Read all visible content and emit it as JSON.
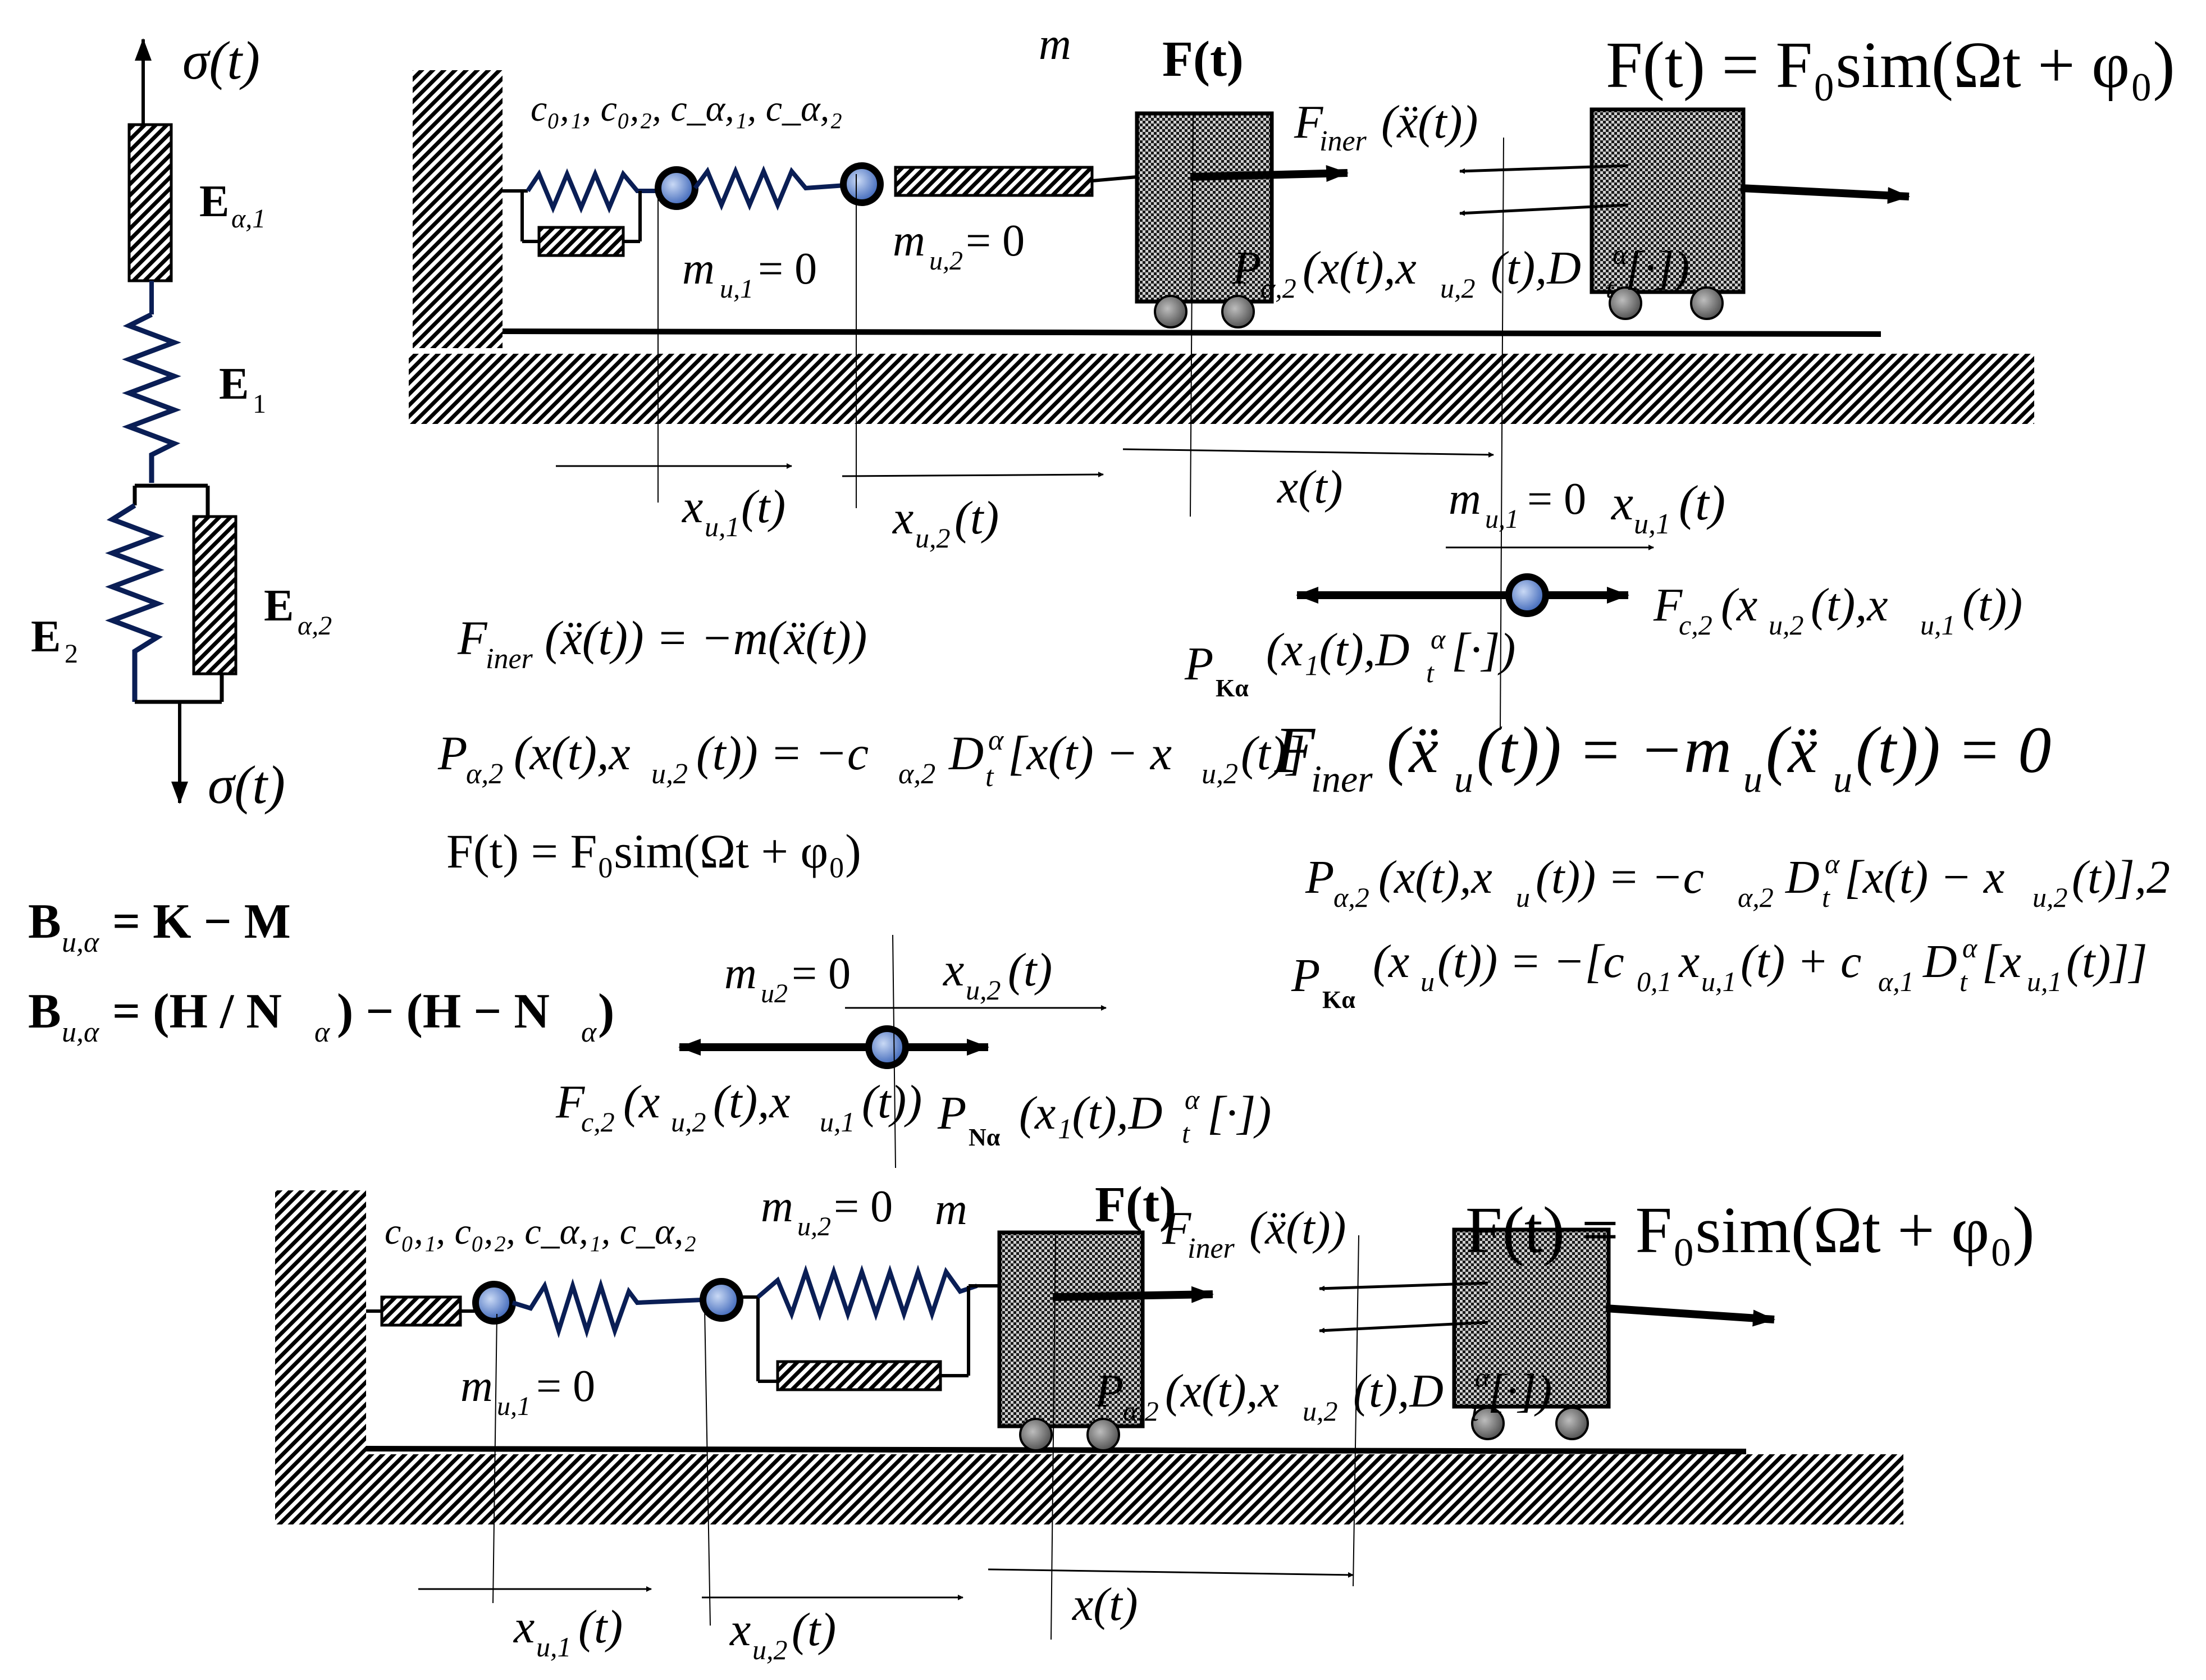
{
  "left_model": {
    "sigma_top": "σ(t)",
    "sigma_bottom": "σ(t)",
    "E_alpha_1": "E",
    "E_alpha_1_sub": "α,1",
    "E_1": "E",
    "E_1_sub": "1",
    "E_2": "E",
    "E_2_sub": "2",
    "E_alpha_2": "E",
    "E_alpha_2_sub": "α,2"
  },
  "top_system": {
    "mass_label": "m",
    "force_label": "F(t)",
    "force_equation": "F(t) = F₀sim(Ωt + φ₀)",
    "coefficients": "c₀,₁, c₀,₂, c_α,₁, c_α,₂",
    "f_iner": "F",
    "f_iner_sub": "iner",
    "f_iner_arg": "(ẍ(t))",
    "m_u1": "m",
    "m_u1_sub": "u,1",
    "m_u1_val": " = 0",
    "m_u2": "m",
    "m_u2_sub": "u,2",
    "m_u2_val": " = 0",
    "p_label": "P",
    "p_sub": "α,2",
    "p_arg": "(x(t),x",
    "p_arg_sub": "u,2",
    "p_arg_end": "(t),D",
    "p_arg_tail": "[·])",
    "x_u1": "x",
    "x_u1_sub": "u,1",
    "x_u1_arg": "(t)",
    "x_u2": "x",
    "x_u2_sub": "u,2",
    "x_u2_arg": "(t)",
    "x": "x(t)"
  },
  "equations": {
    "f_iner_eq": "F",
    "f_iner_eq_sub": "iner",
    "f_iner_eq_rest": "(ẍ(t)) = −m(ẍ(t))",
    "p_alpha2": "P",
    "p_alpha2_sub": "α,2",
    "p_alpha2_rest": "(x(t),x",
    "p_alpha2_sub2": "u,2",
    "p_alpha2_rest2": "(t)) = −c",
    "p_alpha2_sub3": "α,2",
    "p_alpha2_rest3": "D",
    "p_alpha2_rest4": "[x(t) − x",
    "p_alpha2_sub4": "u,2",
    "p_alpha2_rest5": "(t)]",
    "force_eq": "F(t) = F₀sim(Ωt + φ₀)",
    "b1_lhs": "B",
    "b1_sub": "u,α",
    "b1_rhs": "= K − M",
    "b2_lhs": "B",
    "b2_sub": "u,α",
    "b2_rhs": "= (H / N",
    "b2_sub2": "α",
    "b2_rhs2": ") − (H − N",
    "b2_sub3": "α",
    "b2_rhs3": ")"
  },
  "right_node": {
    "m_label": "m",
    "m_sub": "u,1",
    "m_val": " = 0",
    "x_label": "x",
    "x_sub": "u,1",
    "x_arg": "(t)",
    "fc_label": "F",
    "fc_sub": "c,2",
    "fc_rest": "(x",
    "fc_sub2": "u,2",
    "fc_rest2": "(t),x",
    "fc_sub3": "u,1",
    "fc_rest3": "(t))",
    "pk_label": "P",
    "pk_sub": "Kα",
    "pk_rest": "(x₁(t),D",
    "pk_rest2": "[·])",
    "big_eq": "F",
    "big_eq_sub": "iner",
    "big_eq_rest": "(ẍ",
    "big_eq_sub2": "u",
    "big_eq_rest2": "(t)) = −m",
    "big_eq_sub3": "u",
    "big_eq_rest3": "(ẍ",
    "big_eq_sub4": "u",
    "big_eq_rest4": "(t)) = 0",
    "p2_label": "P",
    "p2_sub": "α,2",
    "p2_rest": "(x(t),x",
    "p2_sub2": "u",
    "p2_rest2": "(t)) = −c",
    "p2_sub3": "α,2",
    "p2_rest3": "D",
    "p2_rest4": "[x(t) − x",
    "p2_sub4": "u,2",
    "p2_rest5": "(t)],2",
    "pk2_label": "P",
    "pk2_sub": "Kα",
    "pk2_rest": "(x",
    "pk2_sub2": "u",
    "pk2_rest2": "(t)) = −[c",
    "pk2_sub3": "0,1",
    "pk2_rest3": "x",
    "pk2_sub4": "u,1",
    "pk2_rest4": "(t) + c",
    "pk2_sub5": "α,1",
    "pk2_rest5": "D",
    "pk2_rest6": "[x",
    "pk2_sub6": "u,1",
    "pk2_rest7": "(t)]]"
  },
  "middle_node": {
    "m_label": "m",
    "m_sub": "u2",
    "m_val": " = 0",
    "x_label": "x",
    "x_sub": "u,2",
    "x_arg": "(t)",
    "fc_label": "F",
    "fc_sub": "c,2",
    "fc_rest": "(x",
    "fc_sub2": "u,2",
    "fc_rest2": "(t),x",
    "fc_sub3": "u,1",
    "fc_rest3": "(t))",
    "pn_label": "P",
    "pn_sub": "Nα",
    "pn_rest": "(x₁(t),D",
    "pn_rest2": "[·])"
  },
  "bottom_system": {
    "coefficients": "c₀,₁, c₀,₂, c_α,₁, c_α,₂",
    "m_u2": "m",
    "m_u2_sub": "u,2",
    "m_u2_val": " = 0",
    "mass_label": "m",
    "force_label": "F(t)",
    "f_iner": "F",
    "f_iner_sub": "iner",
    "f_iner_arg": "(ẍ(t))",
    "force_equation": "F(t) = F₀sim(Ωt + φ₀)",
    "m_u1": "m",
    "m_u1_sub": "u,1",
    "m_u1_val": " = 0",
    "p_label": "P",
    "p_sub": "α,2",
    "p_arg": "(x(t),x",
    "p_arg_sub": "u,2",
    "p_arg_end": "(t),D",
    "p_arg_tail": "[·])",
    "x_u1": "x",
    "x_u1_sub": "u,1",
    "x_u1_arg": "(t)",
    "x_u2": "x",
    "x_u2_sub": "u,2",
    "x_u2_arg": "(t)",
    "x": "x(t)"
  },
  "common": {
    "alpha": "α",
    "t_sub": "t"
  }
}
